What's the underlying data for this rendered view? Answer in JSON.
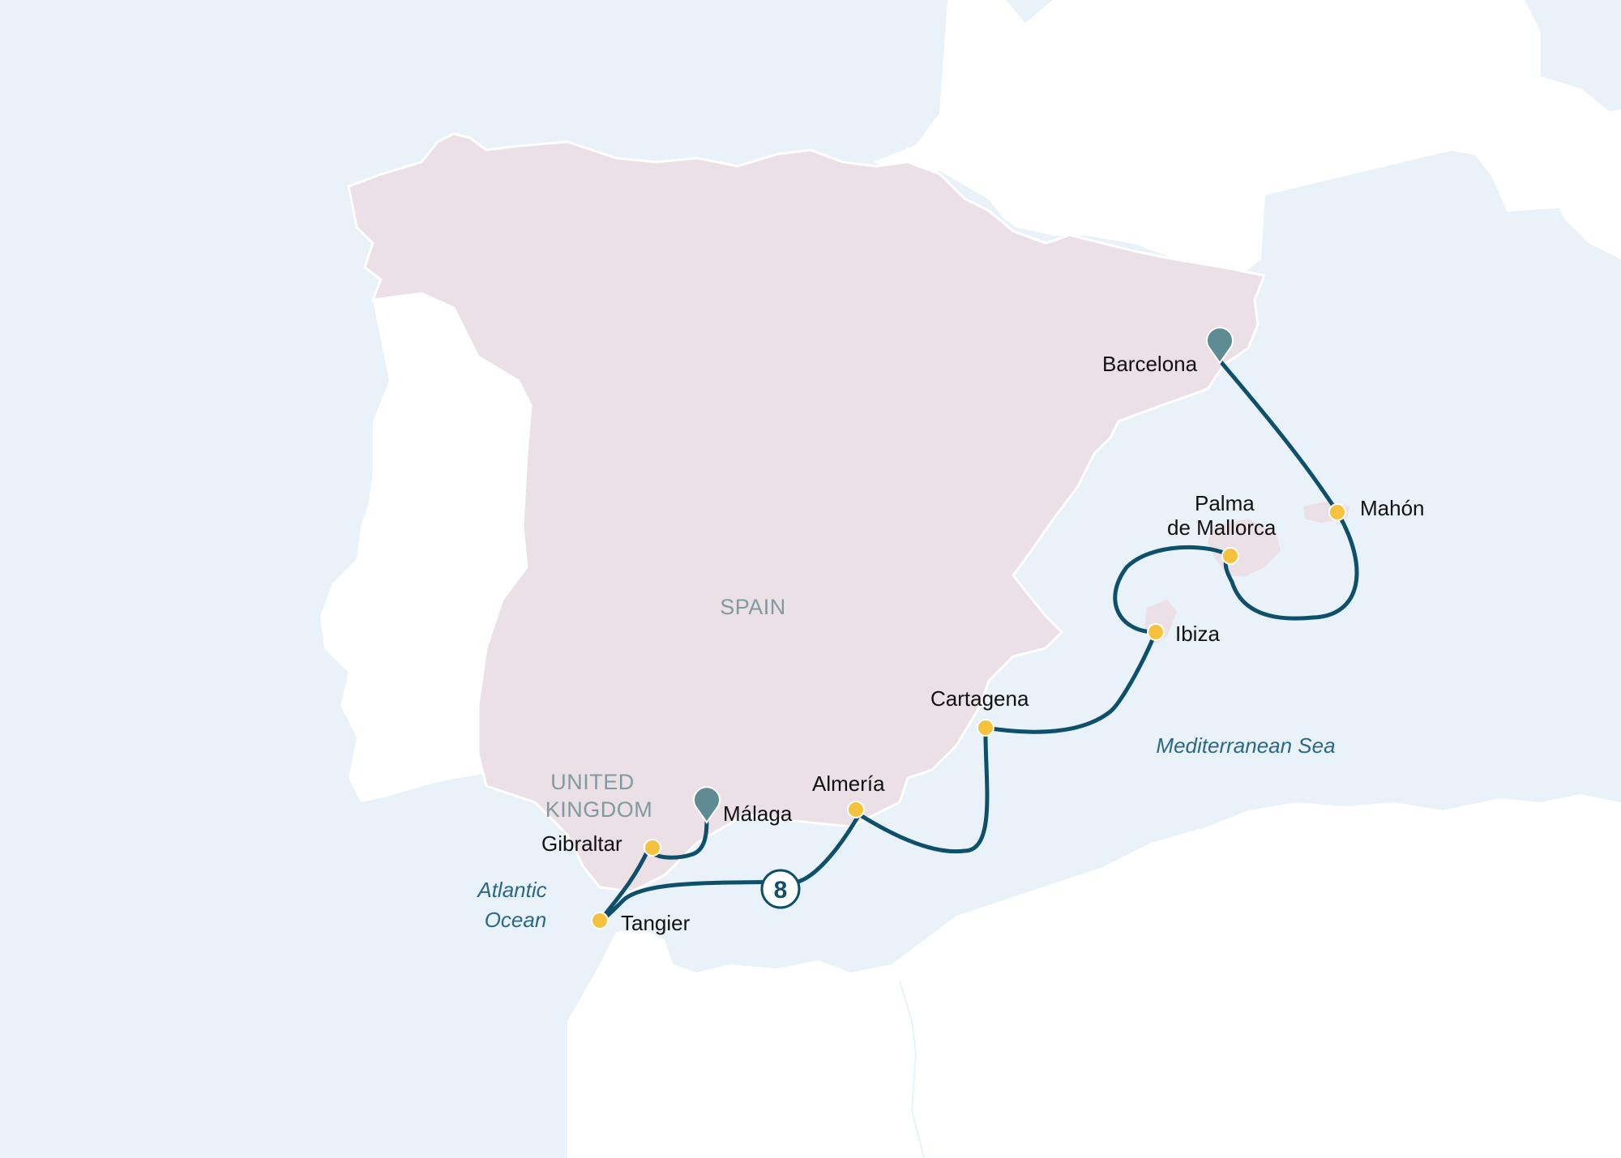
{
  "map": {
    "countries": [
      {
        "name": "SPAIN"
      },
      {
        "name_line1": "UNITED",
        "name_line2": "KINGDOM"
      }
    ],
    "water_bodies": [
      {
        "name": "Mediterranean Sea"
      },
      {
        "name_line1": "Atlantic",
        "name_line2": "Ocean"
      }
    ],
    "ports": [
      {
        "name": "Barcelona",
        "marker": "pin"
      },
      {
        "name": "Mahón",
        "marker": "dot"
      },
      {
        "name_line1": "Palma",
        "name_line2": "de Mallorca",
        "marker": "dot"
      },
      {
        "name": "Ibiza",
        "marker": "dot"
      },
      {
        "name": "Cartagena",
        "marker": "dot"
      },
      {
        "name": "Almería",
        "marker": "dot"
      },
      {
        "name": "Málaga",
        "marker": "pin"
      },
      {
        "name": "Gibraltar",
        "marker": "dot"
      },
      {
        "name": "Tangier",
        "marker": "dot"
      }
    ],
    "route_badge": "8",
    "colors": {
      "sea": "#e8f2f8",
      "spain_land": "#ebe0e5",
      "other_land": "#ffffff",
      "route": "#0e4f6a",
      "port_dot": "#f6c23e",
      "pin": "#5f8c92"
    }
  }
}
